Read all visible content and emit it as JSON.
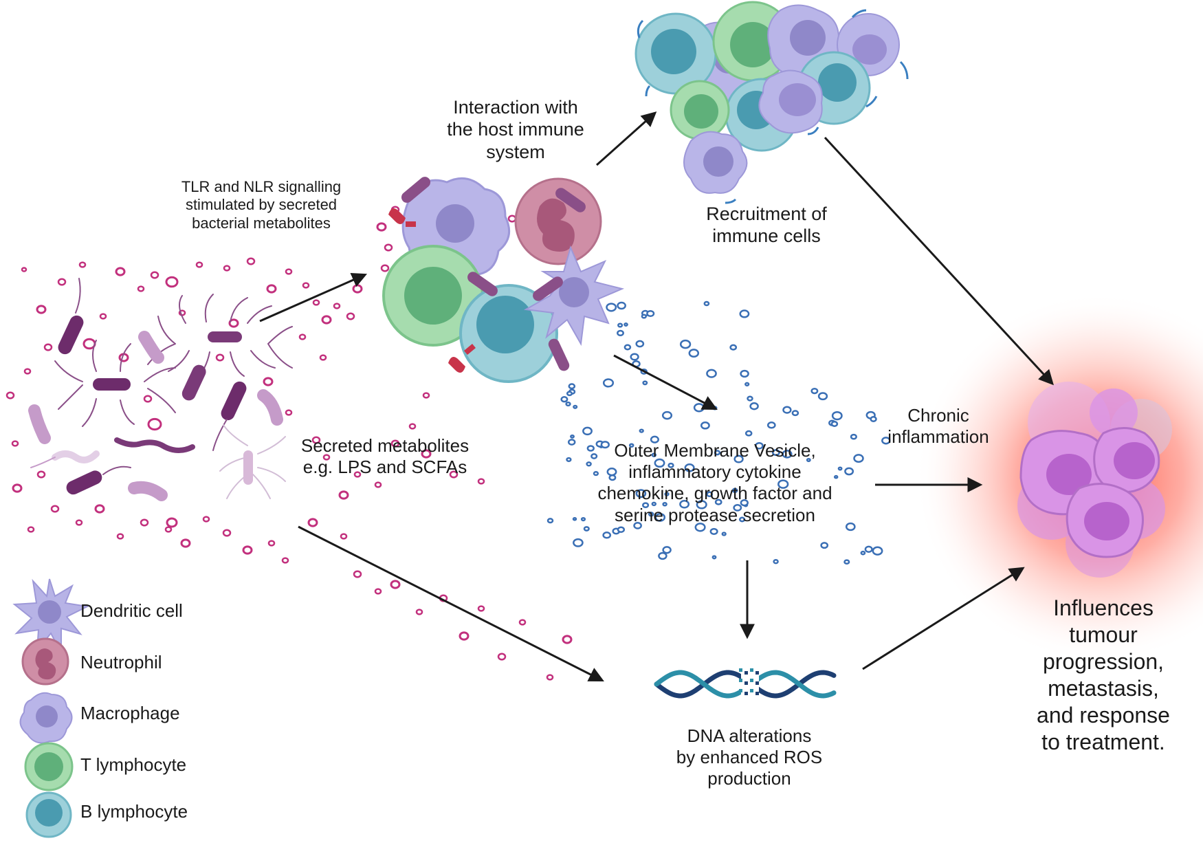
{
  "labels": {
    "tlr": [
      "TLR and NLR signalling",
      "stimulated by secreted",
      "bacterial metabolites"
    ],
    "interaction": [
      "Interaction with",
      "the host immune",
      "system"
    ],
    "recruitment": [
      "Recruitment of",
      "immune cells"
    ],
    "secreted": [
      "Secreted metabolites",
      "e.g. LPS and SCFAs"
    ],
    "omv": [
      "Outer Membrane Vesicle,",
      "inflammatory cytokine",
      "chemokine, growth factor and",
      "serine protease secretion"
    ],
    "chronic": [
      "Chronic",
      "inflammation"
    ],
    "dna": [
      "DNA alterations",
      "by enhanced ROS",
      "production"
    ],
    "influences": [
      "Influences",
      "tumour",
      "progression,",
      "metastasis,",
      "and response",
      "to treatment."
    ]
  },
  "legend": [
    {
      "label": "Dendritic cell",
      "icon": "dendritic-cell-icon"
    },
    {
      "label": "Neutrophil",
      "icon": "neutrophil-icon"
    },
    {
      "label": "Macrophage",
      "icon": "macrophage-icon"
    },
    {
      "label": "T lymphocyte",
      "icon": "t-lymphocyte-icon"
    },
    {
      "label": "B lymphocyte",
      "icon": "b-lymphocyte-icon"
    }
  ],
  "colors": {
    "metabolite": "#c2307d",
    "vesicle": "#3a6fb5",
    "bacteria": "#7a3a78",
    "dendritic": "#b7b3e6",
    "neutrophil": "#c7869e",
    "macrophage": "#b9b5e8",
    "t_lymphocyte": "#8ccf9b",
    "b_lymphocyte": "#8ec7d2",
    "tumour": "#d994e6",
    "tumour_glow": "#ff5a4a",
    "dna_a": "#1e3f72",
    "dna_b": "#2c8fa8",
    "arrow": "#1a1a1a"
  }
}
